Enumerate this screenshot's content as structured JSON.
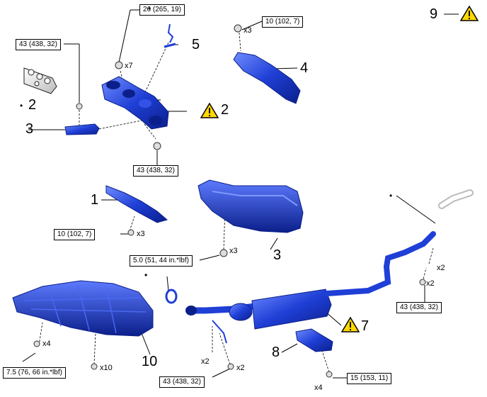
{
  "colors": {
    "part_fill": "#1f3fd6",
    "part_dark": "#0b1f8a",
    "part_light": "#6f8cff",
    "warning": "#ffd800"
  },
  "callouts": {
    "n1": "1",
    "n2a": "2",
    "n2b": "2",
    "n3a": "3",
    "n3b": "3",
    "n4": "4",
    "n5": "5",
    "n7": "7",
    "n8": "8",
    "n9": "9",
    "n10": "10"
  },
  "torque": {
    "t26": "26 (265, 19)",
    "t43a": "43 (438, 32)",
    "t10a": "10 (102, 7)",
    "t43b": "43 (438, 32)",
    "t10b": "10 (102, 7)",
    "t50": "5.0 (51, 44 in.*lbf)",
    "t43c": "43 (438, 32)",
    "t75": "7.5 (76, 66 in.*lbf)",
    "t43d": "43 (438, 32)",
    "t15": "15 (153, 11)"
  },
  "multipliers": {
    "x7": "x7",
    "x3a": "x3",
    "x3b": "x3",
    "x3c": "x3",
    "x2a": "x2",
    "x2b": "x2",
    "x2c": "x2",
    "x2d": "x2",
    "x4a": "x4",
    "x10": "x10",
    "x4b": "x4"
  },
  "bullet": "•",
  "icons": {
    "warning": "warning-triangle-icon",
    "nut": "nut-icon",
    "bolt": "bolt-icon"
  }
}
